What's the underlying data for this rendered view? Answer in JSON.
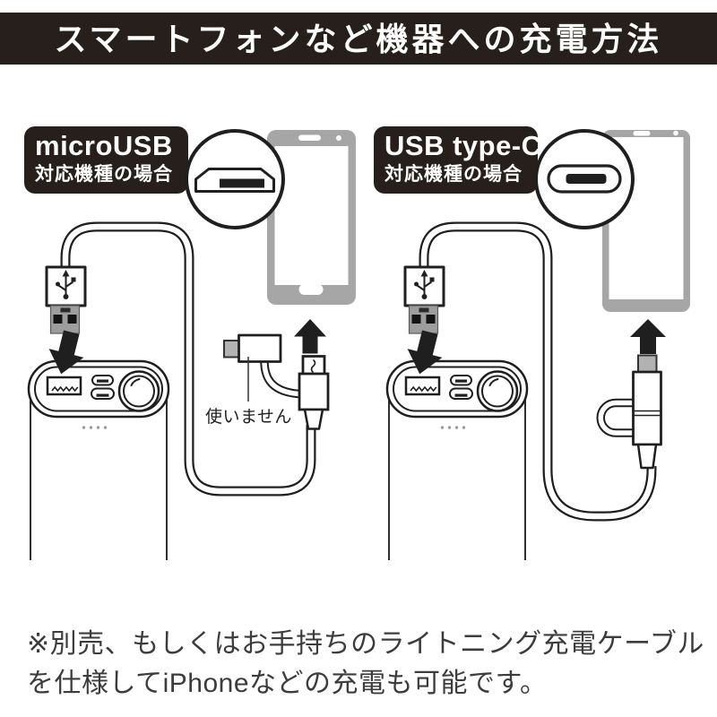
{
  "banner": {
    "title": "スマートフォンなど機器への充電方法"
  },
  "panels": [
    {
      "id": "microusb",
      "label_title": "microUSB",
      "label_subtitle": "対応機種の場合",
      "not_used_note": "使いません",
      "port_icon": "microusb-port-icon"
    },
    {
      "id": "usb-type-c",
      "label_title": "USB type-C",
      "label_subtitle": "対応機種の場合",
      "port_icon": "usb-c-port-icon"
    }
  ],
  "footer": {
    "line1": "※別売、もしくはお手持ちのライトニング充電ケーブル",
    "line2": "を仕様してiPhoneなどの充電も可能です。"
  },
  "colors": {
    "banner_bg": "#271f1b",
    "banner_text": "#ffffff",
    "line": "#1f1f1f",
    "phone_gray": "#a6a6a6",
    "metal_gray": "#9d9d9d",
    "type_c_tip_gray": "#b2b2b2",
    "footer_text": "#3c3c3c"
  }
}
